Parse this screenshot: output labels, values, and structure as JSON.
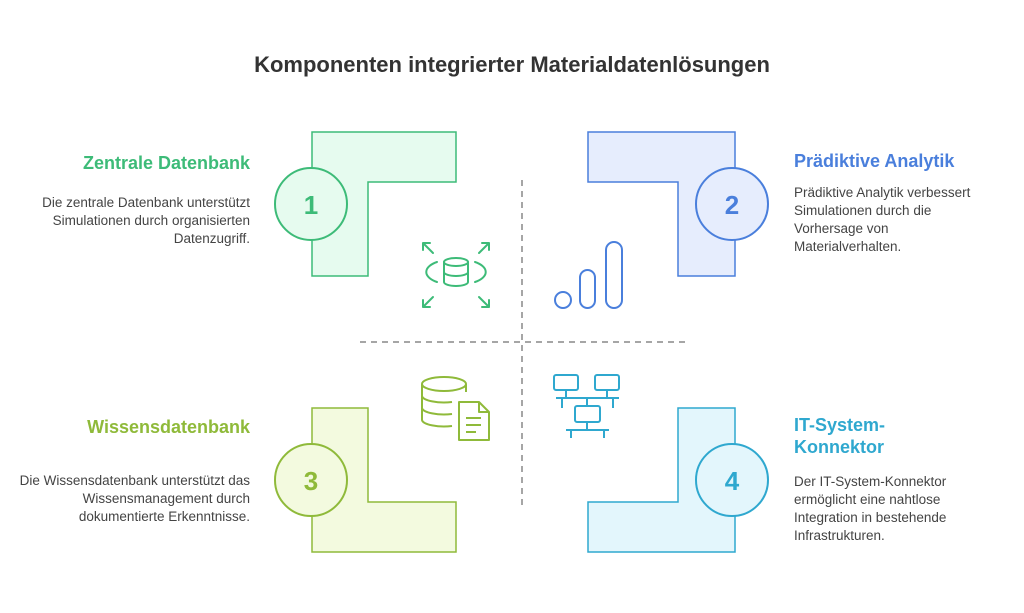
{
  "title": "Komponenten integrierter Materialdatenlösungen",
  "components": [
    {
      "number": "1",
      "heading": "Zentrale Datenbank",
      "description": "Die zentrale Datenbank unterstützt Simulationen durch organisierten Datenzugriff.",
      "color": "#3dbb78",
      "fill": "#e6fbef",
      "icon": "database-expand-icon"
    },
    {
      "number": "2",
      "heading": "Prädiktive Analytik",
      "description": "Prädiktive Analytik verbessert Simulationen durch die Vorhersage von Materialverhalten.",
      "color": "#4a7fdc",
      "fill": "#e6edfd",
      "icon": "bar-chart-icon"
    },
    {
      "number": "3",
      "heading": "Wissensdatenbank",
      "description": "Die Wissensdatenbank unterstützt das Wissensmanagement durch dokumentierte Erkenntnisse.",
      "color": "#8fba3a",
      "fill": "#f3fadf",
      "icon": "database-document-icon"
    },
    {
      "number": "4",
      "heading": "IT-System-Konnektor",
      "heading_lines": [
        "IT-System-",
        "Konnektor"
      ],
      "description": "Der IT-System-Konnektor ermöglicht eine nahtlose Integration in bestehende Infrastrukturen.",
      "color": "#2fa8cf",
      "fill": "#e3f6fc",
      "icon": "network-computers-icon"
    }
  ]
}
